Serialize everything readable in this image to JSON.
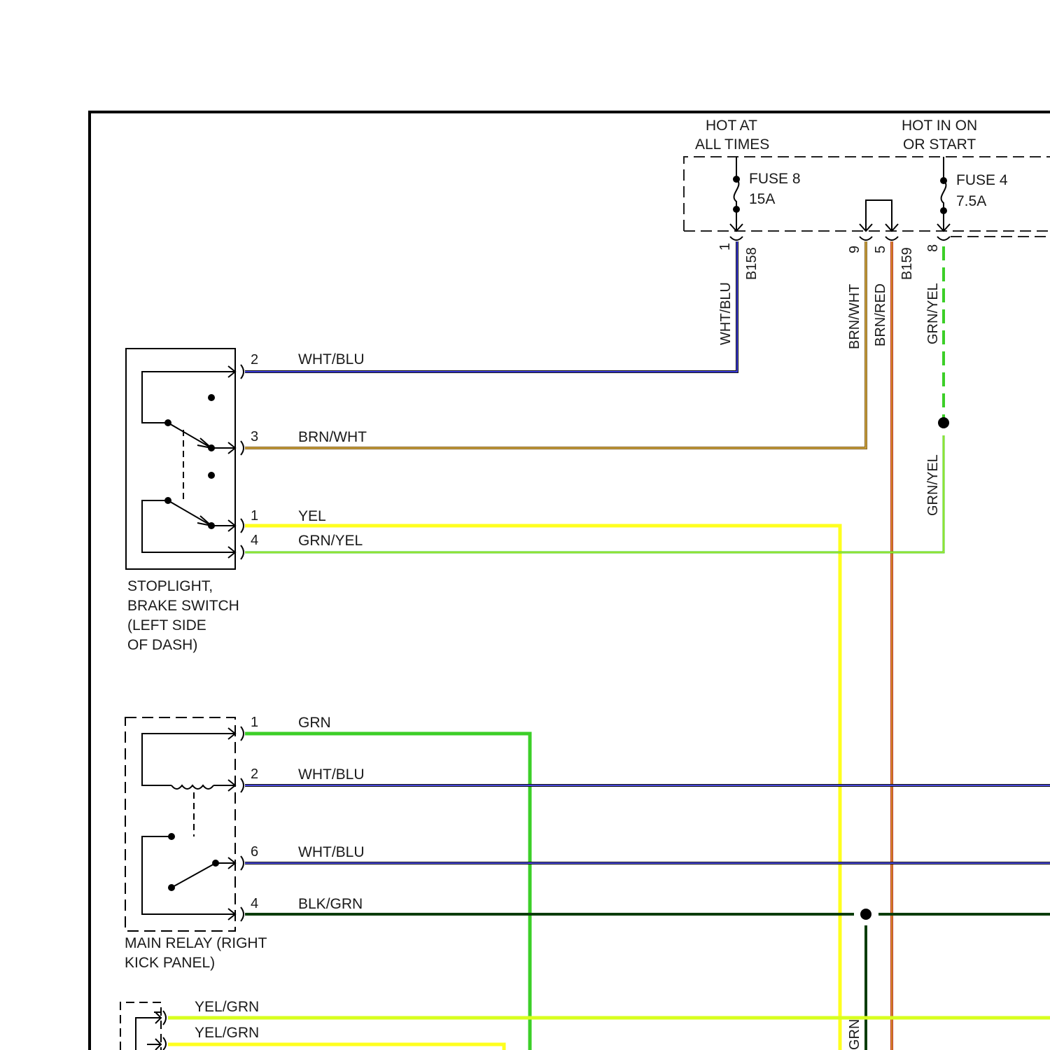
{
  "fuse_box": {
    "hot_at_all_times": [
      "HOT AT",
      "ALL TIMES"
    ],
    "hot_in_on_or_start": [
      "HOT IN ON",
      "OR START"
    ],
    "fuse8": {
      "name": "FUSE 8",
      "rating": "15A"
    },
    "fuse4": {
      "name": "FUSE 4",
      "rating": "7.5A"
    },
    "pins": {
      "p1": "1",
      "p9": "9",
      "p5": "5",
      "p8": "8"
    },
    "connectors": {
      "b158": "B158",
      "b159": "B159"
    }
  },
  "vertical_wires": {
    "wht_blu": "WHT/BLU",
    "brn_wht": "BRN/WHT",
    "brn_red": "BRN/RED",
    "grn_yel_upper": "GRN/YEL",
    "grn_yel_lower": "GRN/YEL",
    "grn_bottom": "GRN"
  },
  "stoplight_switch": {
    "label": [
      "STOPLIGHT,",
      "BRAKE SWITCH",
      "(LEFT SIDE",
      "OF DASH)"
    ],
    "pins": [
      {
        "pin": "2",
        "wire": "WHT/BLU"
      },
      {
        "pin": "3",
        "wire": "BRN/WHT"
      },
      {
        "pin": "1",
        "wire": "YEL"
      },
      {
        "pin": "4",
        "wire": "GRN/YEL"
      }
    ]
  },
  "main_relay": {
    "label": [
      "MAIN RELAY (RIGHT",
      "KICK PANEL)"
    ],
    "pins": [
      {
        "pin": "1",
        "wire": "GRN"
      },
      {
        "pin": "2",
        "wire": "WHT/BLU"
      },
      {
        "pin": "6",
        "wire": "WHT/BLU"
      },
      {
        "pin": "4",
        "wire": "BLK/GRN"
      }
    ]
  },
  "bottom_connector": {
    "wires": [
      "YEL/GRN",
      "YEL/GRN"
    ]
  },
  "colors": {
    "wht_blu": "#2b2bd0",
    "brn_wht": "#b8860b",
    "brn_red": "#d2691e",
    "yellow": "#ffff1e",
    "green": "#32cd32",
    "blk_grn": "#0b3d0b"
  }
}
